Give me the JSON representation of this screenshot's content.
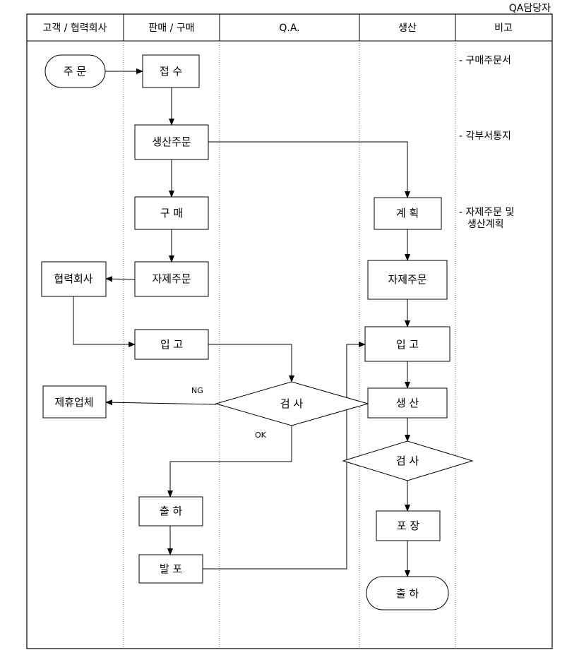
{
  "document_title": "QA담당자",
  "lanes": [
    "고객 / 협력회사",
    "판매 / 구매",
    "Q.A.",
    "생산",
    "비고"
  ],
  "nodes": {
    "order": "주 문",
    "receipt": "접 수",
    "production_order": "생산주문",
    "purchase": "구 매",
    "partner": "협력회사",
    "material_order_sales": "자제주문",
    "receiving_sales": "입 고",
    "affiliate": "제휴업체",
    "inspection_qa": "검 사",
    "shipment_sales": "출 하",
    "dispatch": "발 포",
    "plan": "계 획",
    "material_order_prod": "자제주문",
    "receiving_prod": "입 고",
    "production": "생 산",
    "inspection_prod": "검 사",
    "packing": "포 장",
    "shipment_prod": "출 하"
  },
  "edge_labels": {
    "ng": "NG",
    "ok": "OK"
  },
  "notes": [
    "- 구매주문서",
    "- 각부서통지",
    "- 자제주문 및",
    "생산계획"
  ],
  "colors": {
    "line": "#000000",
    "lane_divider": "#888888",
    "background": "#ffffff"
  }
}
